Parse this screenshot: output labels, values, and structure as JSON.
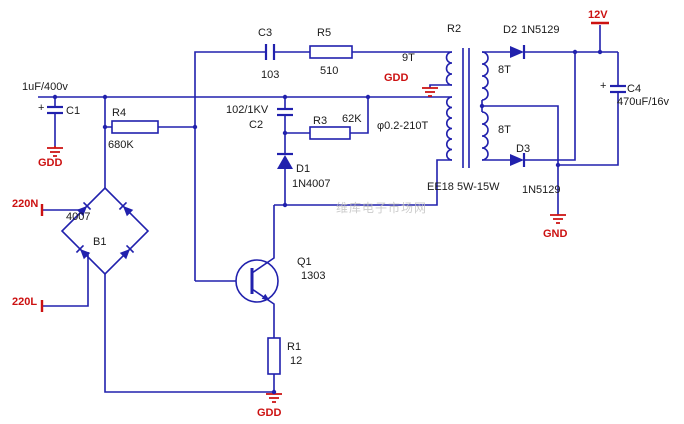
{
  "colors": {
    "background": "#ffffff",
    "wire": "#2121ad",
    "label_text": "#1a1a1a",
    "net_label": "#cc1111",
    "watermark": "#bfbfbf"
  },
  "components": {
    "c1": {
      "designator": "C1",
      "value": "1uF/400v"
    },
    "c2": {
      "designator": "C2",
      "value": "102/1KV"
    },
    "c3": {
      "designator": "C3",
      "value": "103"
    },
    "c4": {
      "designator": "C4",
      "value": "470uF/16v"
    },
    "r1": {
      "designator": "R1",
      "value": "12"
    },
    "r3": {
      "designator": "R3",
      "value": "62K"
    },
    "r4": {
      "designator": "R4",
      "value": "680K"
    },
    "r5": {
      "designator": "R5",
      "value": "510"
    },
    "d1": {
      "designator": "D1",
      "value": "1N4007"
    },
    "d2": {
      "designator": "D2",
      "value": "1N5129"
    },
    "d3": {
      "designator": "D3",
      "value": "1N5129"
    },
    "q1": {
      "designator": "Q1",
      "value": "1303"
    },
    "b1": {
      "designator": "B1",
      "value": "4007"
    },
    "transformer": {
      "designator": "R2",
      "core": "EE18 5W-15W",
      "primary_winding": "φ0.2-210T",
      "feedback_winding": "9T",
      "secondary_winding_top": "8T",
      "secondary_winding_bottom": "8T"
    }
  },
  "nets": {
    "ac_input_neutral": "220N",
    "ac_input_live": "220L",
    "dc_output": "12V",
    "secondary_ground": "GND",
    "primary_ground": "GDD"
  },
  "symbols": {
    "polarity_plus": "+"
  },
  "watermark": "维库电子市场网"
}
